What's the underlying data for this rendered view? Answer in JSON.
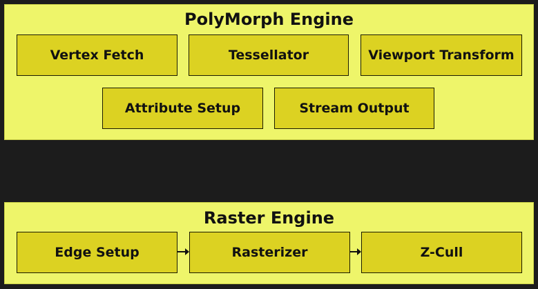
{
  "polymorph": {
    "title": "PolyMorph Engine",
    "blocks": [
      "Vertex Fetch",
      "Tessellator",
      "Viewport Transform",
      "Attribute Setup",
      "Stream Output"
    ]
  },
  "raster": {
    "title": "Raster Engine",
    "blocks": [
      "Edge Setup",
      "Rasterizer",
      "Z-Cull"
    ]
  },
  "colors": {
    "background": "#1c1c1c",
    "panel_fill": "#eef56a",
    "block_fill": "#dcd222",
    "border": "#1a1a00"
  }
}
